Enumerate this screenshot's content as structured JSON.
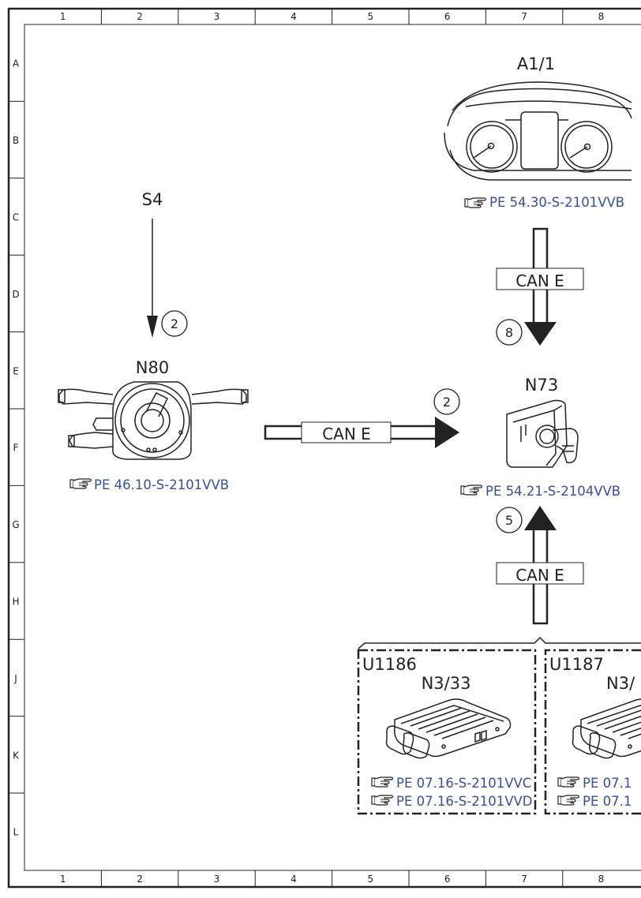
{
  "ruler": {
    "columns": [
      "1",
      "2",
      "3",
      "4",
      "5",
      "6",
      "7",
      "8"
    ],
    "rows": [
      "A",
      "B",
      "C",
      "D",
      "E",
      "F",
      "G",
      "H",
      "J",
      "K",
      "L"
    ]
  },
  "components": {
    "a1_1": {
      "label": "A1/1",
      "ref": "PE 54.30-S-2101VVB"
    },
    "s4": {
      "label": "S4"
    },
    "n80": {
      "label": "N80",
      "ref": "PE 46.10-S-2101VVB"
    },
    "n73": {
      "label": "N73",
      "ref": "PE 54.21-S-2104VVB"
    },
    "u1186": {
      "label": "U1186",
      "sublabel": "N3/33",
      "ref1": "PE 07.16-S-2101VVC",
      "ref2": "PE 07.16-S-2101VVD"
    },
    "u1187": {
      "label": "U1187",
      "sublabel": "N3/",
      "ref1": "PE 07.1",
      "ref2": "PE 07.1"
    }
  },
  "buses": {
    "top": "CAN E",
    "middle": "CAN E",
    "bottom": "CAN E"
  },
  "step_numbers": {
    "s4_arrow": "2",
    "can_middle": "2",
    "can_top": "8",
    "can_bottom": "5"
  },
  "icons": {
    "reference": "pointing-hand-icon"
  }
}
